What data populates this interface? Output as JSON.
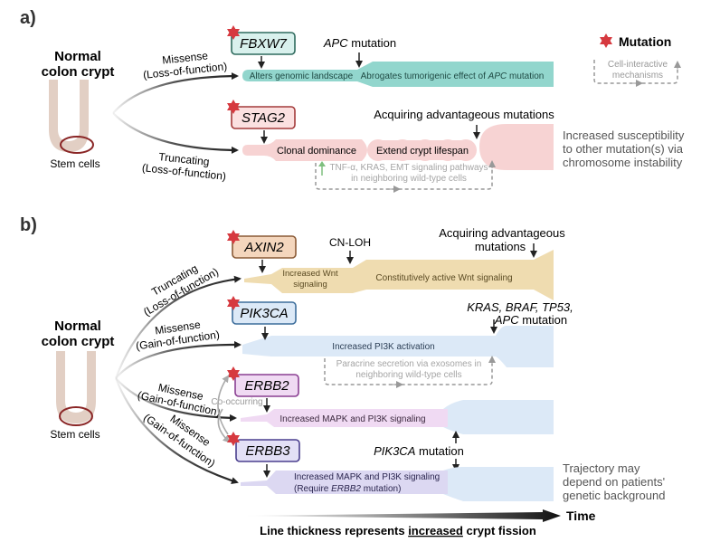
{
  "panels": {
    "a": {
      "label": "a)",
      "crypt": {
        "title_line1": "Normal",
        "title_line2": "colon crypt",
        "stem_label": "Stem cells"
      },
      "legend": {
        "mutation_label": "Mutation",
        "interactive_line1": "Cell-interactive",
        "interactive_line2": "mechanisms"
      },
      "branches": [
        {
          "type_line1": "Missense",
          "type_line2": "(Loss-of-function)"
        },
        {
          "type_line1": "Truncating",
          "type_line2": "(Loss-of-function)"
        }
      ],
      "fbxw7": {
        "gene": "FBXW7",
        "color": "#7fcfc4",
        "border": "#2f6b5e",
        "event1": "Alters genomic landscape",
        "apc_label_italic": "APC",
        "apc_label_rest": " mutation",
        "event2_pre": "Abrogates tumorigenic effect of ",
        "event2_italic": "APC",
        "event2_post": " mutation"
      },
      "stag2": {
        "gene": "STAG2",
        "color": "#f7d3d3",
        "border": "#a33a3a",
        "event1": "Clonal dominance",
        "event2": "Extend crypt lifespan",
        "acquire_label": "Acquiring advantageous mutations",
        "interactive_line1": "TNF-α, KRAS, EMT signaling pathways",
        "interactive_line2": "in neighboring wild-type cells",
        "outcome_line1": "Increased susceptibility",
        "outcome_line2": "to other mutation(s) via",
        "outcome_line3": "chromosome instability"
      }
    },
    "b": {
      "label": "b)",
      "crypt": {
        "title_line1": "Normal",
        "title_line2": "colon crypt",
        "stem_label": "Stem cells"
      },
      "branches": [
        {
          "type_line1": "Truncating",
          "type_line2": "(Loss-of-function)"
        },
        {
          "type_line1": "Missense",
          "type_line2": "(Gain-of-function)"
        },
        {
          "type_line1": "Missense",
          "type_line2": "(Gain-of-function)"
        },
        {
          "type_line1": "Missense",
          "type_line2": "(Gain-of-function)"
        }
      ],
      "axin2": {
        "gene": "AXIN2",
        "color": "#efdcb0",
        "box_color": "#f4d6bd",
        "border": "#8a5a36",
        "event1_line1": "Increased Wnt",
        "event1_line2": "signaling",
        "cnloh_label": "CN-LOH",
        "event2": "Constitutively active Wnt signaling",
        "acquire_line1": "Acquiring advantageous",
        "acquire_line2": "mutations"
      },
      "pik3ca": {
        "gene": "PIK3CA",
        "color": "#dce9f7",
        "border": "#3d6e9c",
        "event1": "Increased PI3K activation",
        "muts_line1": "KRAS, BRAF, TP53,",
        "muts_line2_italic": "APC",
        "muts_line2_rest": " mutation",
        "interactive_line1": "Paracrine secretion via exosomes in",
        "interactive_line2": "neighboring wild-type cells"
      },
      "erbb2": {
        "gene": "ERBB2",
        "color": "#f0daf3",
        "border": "#8a3f92",
        "event1": "Increased MAPK and PI3K signaling",
        "co_label": "Co-occurring"
      },
      "erbb3": {
        "gene": "ERBB3",
        "color": "#dcd8f2",
        "border": "#4a3f8e",
        "event1_line1": "Increased MAPK and PI3K signaling",
        "event1_line2_pre": "(Require ",
        "event1_line2_italic": "ERBB2",
        "event1_line2_post": " mutation)"
      },
      "pik3ca_mut_italic": "PIK3CA",
      "pik3ca_mut_rest": " mutation",
      "outcome_line1": "Trajectory may",
      "outcome_line2": "depend on patients'",
      "outcome_line3": "genetic background",
      "outcome_color": "#dce9f7"
    }
  },
  "footer": {
    "time_label": "Time",
    "caption_pre": "Line thickness represents ",
    "caption_underlined": "increased",
    "caption_post": " crypt fission"
  },
  "colors": {
    "mutation_star": "#d6393f",
    "dashed": "#9a9a9a",
    "arrow": "#222222"
  }
}
